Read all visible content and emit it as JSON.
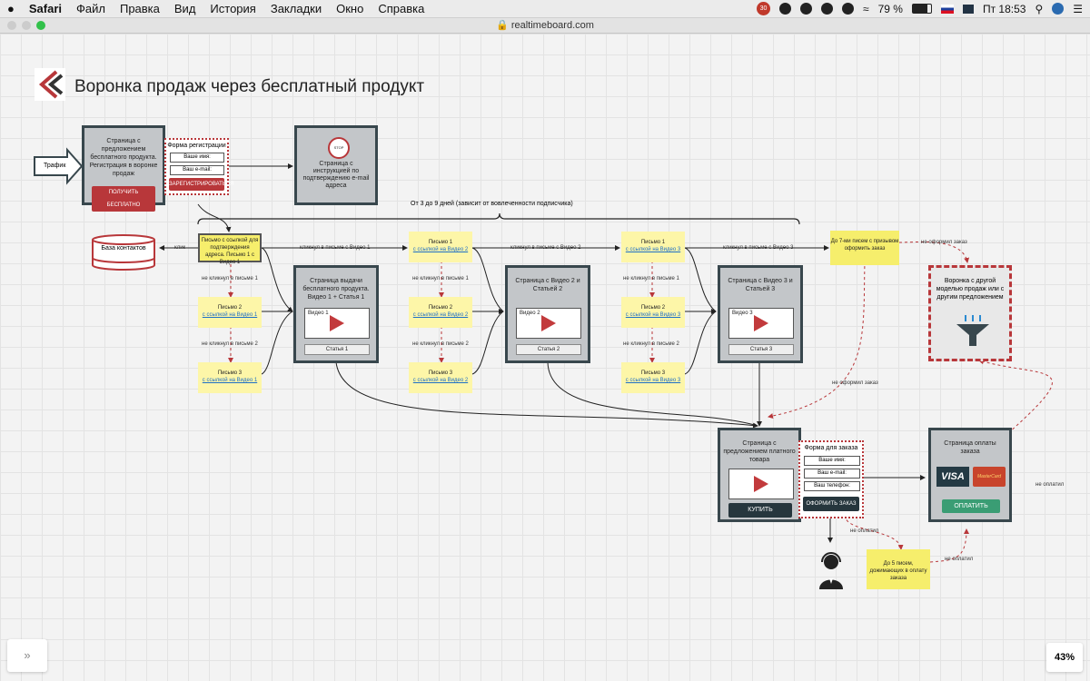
{
  "menubar": {
    "app": "Safari",
    "items": [
      "Файл",
      "Правка",
      "Вид",
      "История",
      "Закладки",
      "Окно",
      "Справка"
    ],
    "badge": "30",
    "battery": "79 %",
    "clock": "Пт 18:53"
  },
  "browser": {
    "url": "realtimeboard.com"
  },
  "board": {
    "title": "Воронка продаж через бесплатный продукт",
    "traffic": "Трафик",
    "offer_page": {
      "text": "Страница с предложением бесплатного продукта. Регистрация в воронке продаж",
      "button": "ПОЛУЧИТЬ БЕСПЛАТНО"
    },
    "reg_form": {
      "title": "Форма регистрации",
      "name": "Ваше имя:",
      "email": "Ваш e-mail:",
      "button": "ЗАРЕГИСТРИРОВАТЬСЯ"
    },
    "confirm_page": {
      "stop": "STOP",
      "text": "Страница с инструкцией по подтверждению e-mail адреса"
    },
    "duration": "От 3 до 9 дней (зависит от вовлеченности подписчика)",
    "contacts": "База контактов",
    "click": "клик",
    "confirm_letter": "Письмо с ссылкой для подтверждения адреса. Письмо 1 с Видео 1",
    "chain1": {
      "letter2": "Письмо 2",
      "letter2_link": "с ссылкой на Видео 1",
      "letter3": "Письмо 3",
      "letter3_link": "с ссылкой на Видео 1",
      "nc1": "не кликнул в письме 1",
      "nc2": "не кликнул в письме 2"
    },
    "chain2": {
      "letter1": "Письмо 1",
      "letter1_link": "с ссылкой на Видео 2",
      "letter2": "Письмо 2",
      "letter2_link": "с ссылкой на Видео 2",
      "letter3": "Письмо 3",
      "letter3_link": "с ссылкой на Видео 2",
      "nc1": "не кликнул в письме 1",
      "nc2": "не кликнул в письме 2"
    },
    "chain3": {
      "letter1": "Письмо 1",
      "letter1_link": "с ссылкой на Видео 3",
      "letter2": "Письмо 2",
      "letter2_link": "с ссылкой на Видео 3",
      "letter3": "Письмо 3",
      "letter3_link": "с ссылкой на Видео 3",
      "nc1": "не кликнул в письме 1",
      "nc2": "не кликнул в письме 2"
    },
    "clicked1": "кликнул в письме с Видео 1",
    "clicked2": "кликнул в письме с Видео 2",
    "clicked3": "кликнул в письме с Видео 3",
    "page1": {
      "text": "Страница выдачи бесплатного продукта. Видео 1 + Статья 1",
      "video": "Видео 1",
      "article": "Статья 1"
    },
    "page2": {
      "text": "Страница с Видео 2 и Статьей 2",
      "video": "Видео 2",
      "article": "Статья 2"
    },
    "page3": {
      "text": "Страница с Видео 3 и Статьей 3",
      "video": "Видео 3",
      "article": "Статья 3"
    },
    "promo_letters": "До 7-ми писем с призывом оформить заказ",
    "no_order": "не оформил заказ",
    "no_order2": "не оформил заказ",
    "other_funnel": "Воронка с другой моделью продаж или с другим предложением",
    "paid_page": {
      "text": "Страница с предложением платного товара",
      "button": "КУПИТЬ"
    },
    "order_form": {
      "title": "Форма для заказа",
      "name": "Ваше имя:",
      "email": "Ваш e-mail:",
      "phone": "Ваш телефон:",
      "button": "ОФОРМИТЬ ЗАКАЗ"
    },
    "payment_page": {
      "text": "Страница оплаты заказа",
      "visa": "VISA",
      "mc": "MasterCard",
      "button": "ОПЛАТИТЬ"
    },
    "not_paid1": "не оплатил",
    "not_paid2": "не оплатил",
    "not_paid3": "не оплатил",
    "followup": "До 5 писем, дожимающих в оплату заказа"
  },
  "zoom": "43%",
  "colors": {
    "accent_red": "#b8373a",
    "sticky": "#fdf6a8",
    "page_border": "#38474d",
    "pay_green": "#3a9d74"
  }
}
